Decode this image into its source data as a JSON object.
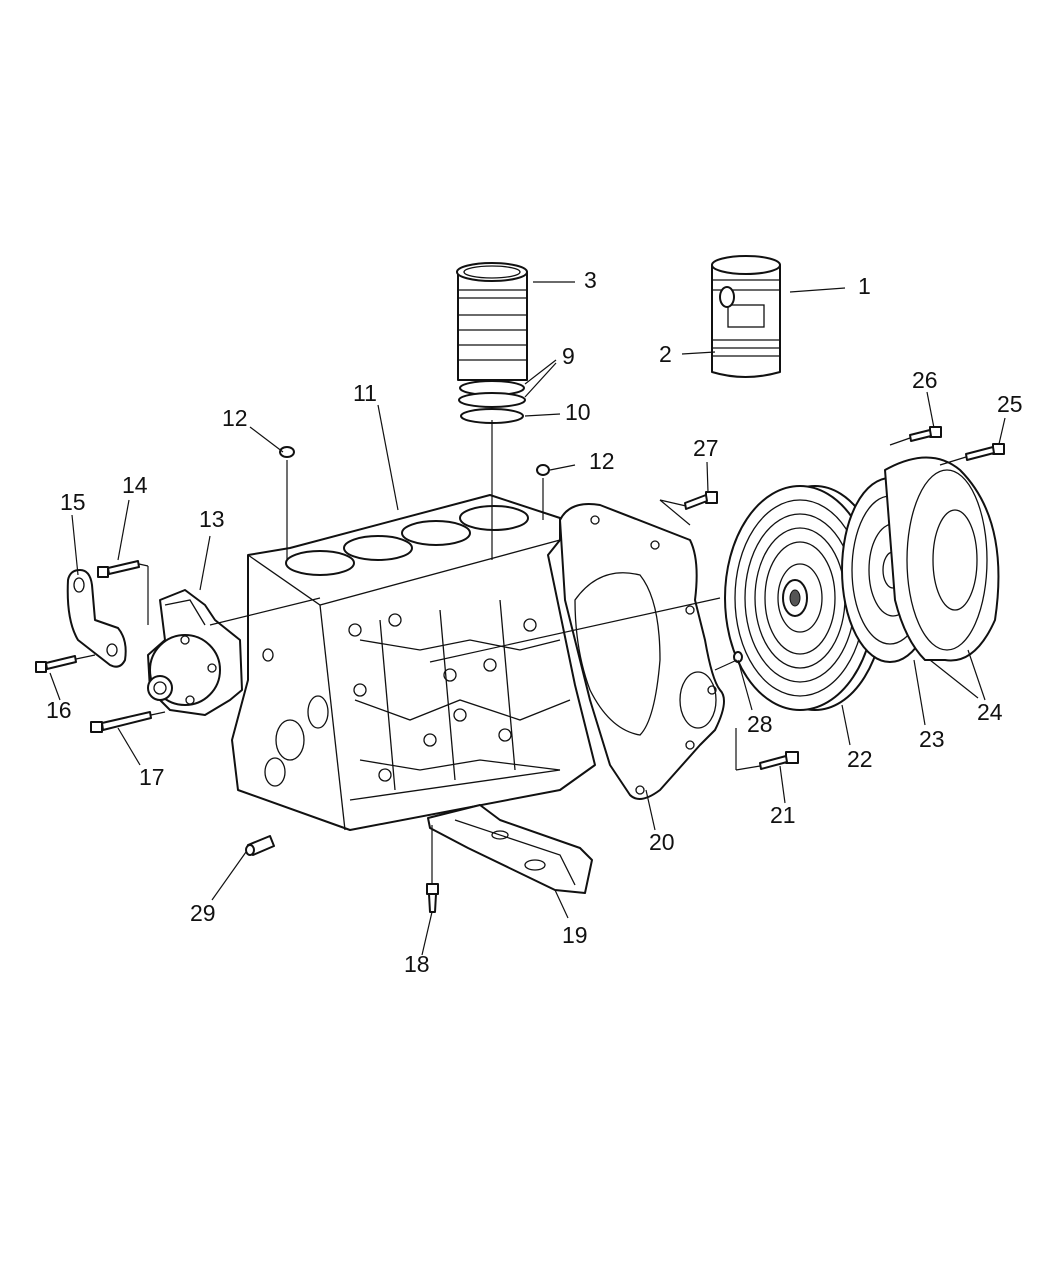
{
  "callouts": {
    "c1": "1",
    "c2": "2",
    "c3": "3",
    "c9": "9",
    "c10": "10",
    "c11": "11",
    "c12a": "12",
    "c12b": "12",
    "c13": "13",
    "c14": "14",
    "c15": "15",
    "c16": "16",
    "c17": "17",
    "c18": "18",
    "c19": "19",
    "c20": "20",
    "c21": "21",
    "c22": "22",
    "c23": "23",
    "c24": "24",
    "c25": "25",
    "c26": "26",
    "c27": "27",
    "c28": "28",
    "c29": "29"
  }
}
